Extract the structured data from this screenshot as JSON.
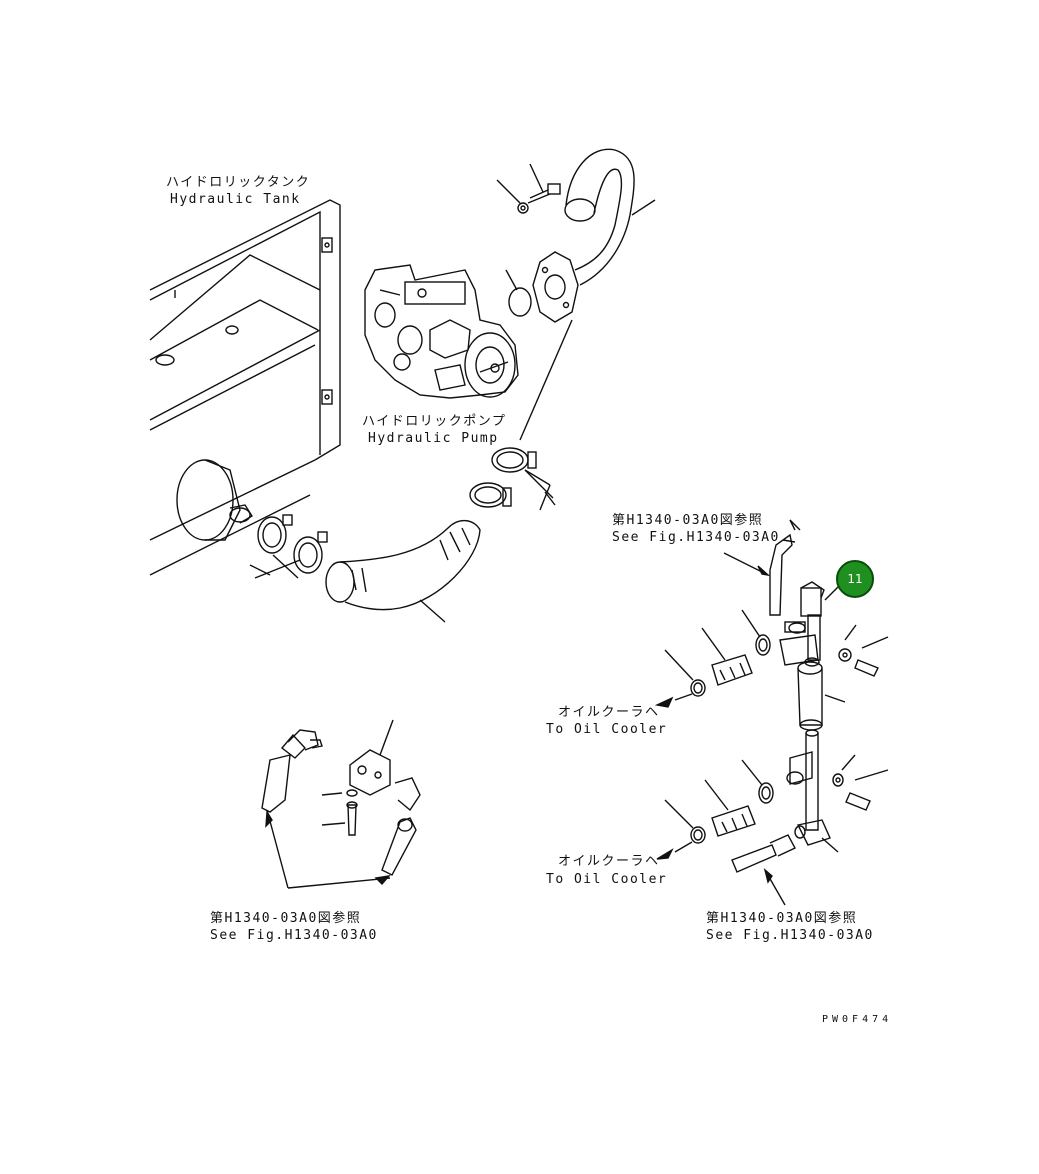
{
  "labels": {
    "hydraulic_tank_jp": "ハイドロリックタンク",
    "hydraulic_tank_en": "Hydraulic Tank",
    "hydraulic_pump_jp": "ハイドロリックポンプ",
    "hydraulic_pump_en": "Hydraulic Pump",
    "see_fig_top_jp": "第H1340-03A0図参照",
    "see_fig_top_en": "See Fig.H1340-03A0",
    "oil_cooler_1_jp": "オイルクーラヘ",
    "oil_cooler_1_en": "To Oil Cooler",
    "oil_cooler_2_jp": "オイルクーラヘ",
    "oil_cooler_2_en": "To Oil Cooler",
    "see_fig_left_jp": "第H1340-03A0図参照",
    "see_fig_left_en": "See Fig.H1340-03A0",
    "see_fig_bottom_jp": "第H1340-03A0図参照",
    "see_fig_bottom_en": "See Fig.H1340-03A0"
  },
  "callout": {
    "number": "11",
    "color": "#1f8f1f"
  },
  "drawing_code": "PW0F474"
}
